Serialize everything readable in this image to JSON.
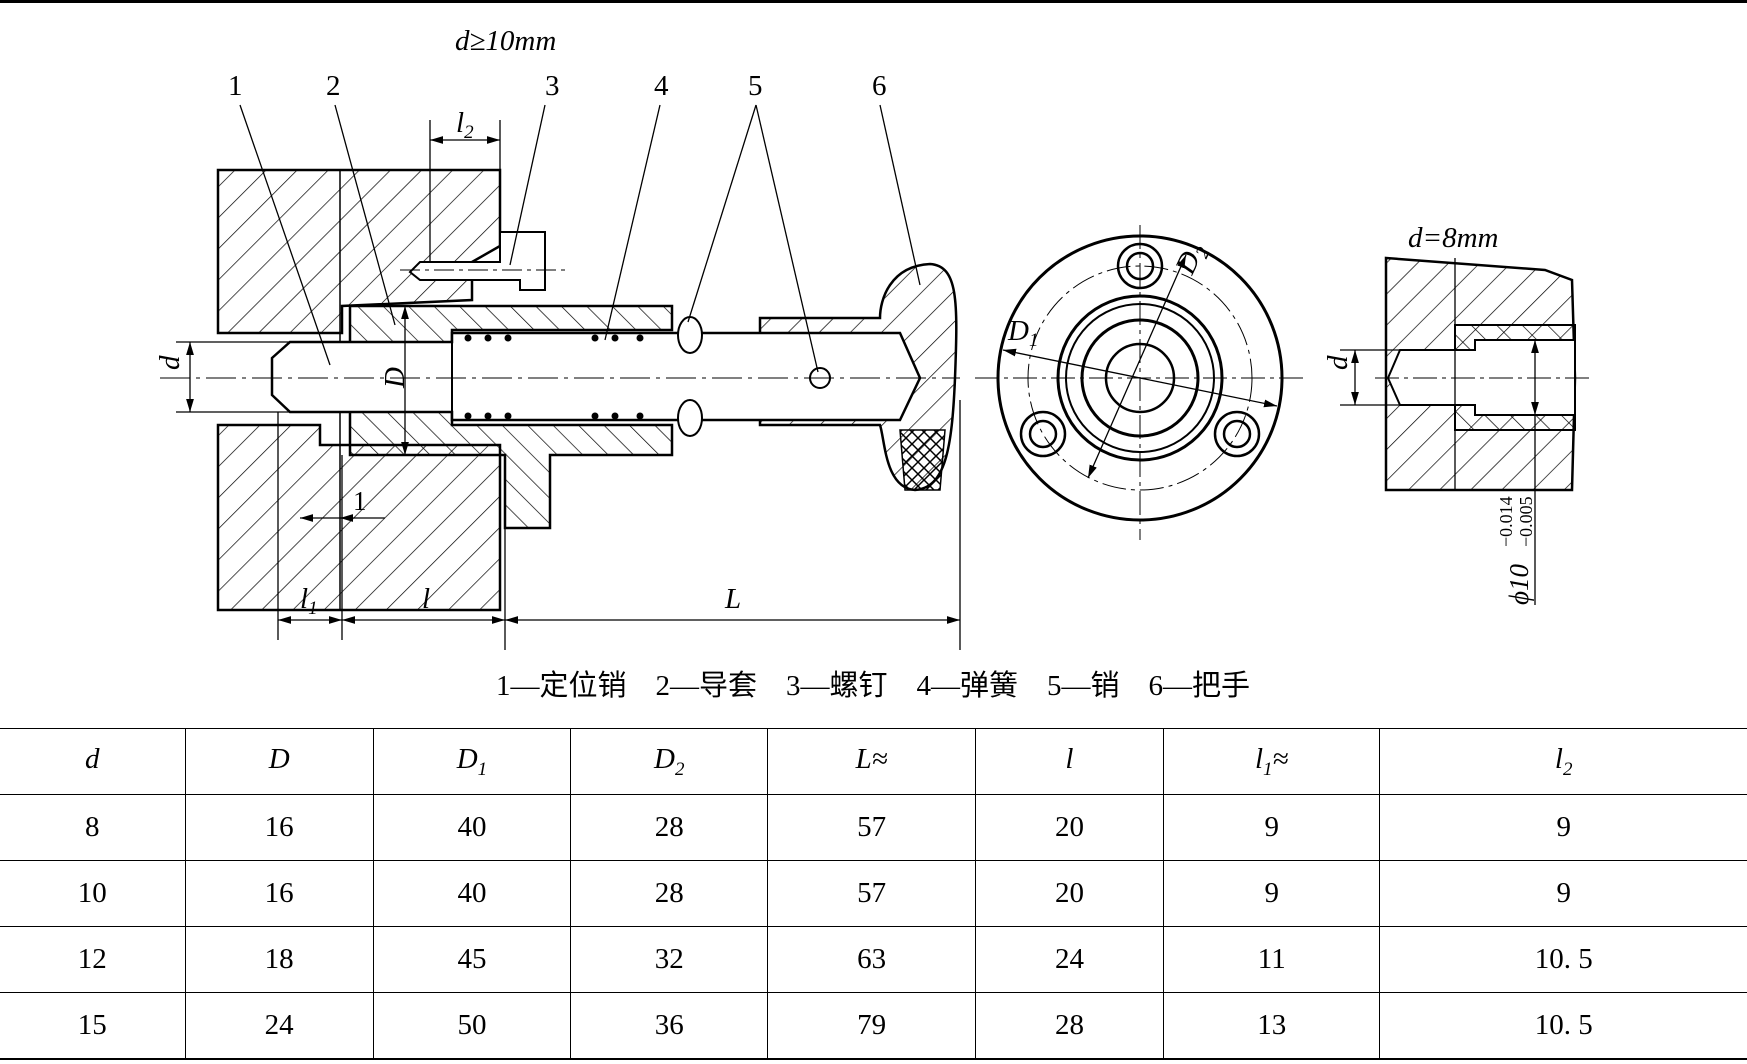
{
  "drawing": {
    "left_view": {
      "note": "d≥10mm",
      "callouts": [
        "1",
        "2",
        "3",
        "4",
        "5",
        "6"
      ],
      "dims": {
        "d": "d",
        "D": "D",
        "l2": "l",
        "l2_sub": "2",
        "one": "1",
        "l1": "l",
        "l1_sub": "1",
        "l": "l",
        "L": "L"
      }
    },
    "middle_view": {
      "D1": "D",
      "D1_sub": "1",
      "D2": "D",
      "D2_sub": "2"
    },
    "right_view": {
      "note": "d=8mm",
      "d": "d",
      "tolerance_base": "ϕ10",
      "tolerance_upper": "−0.014",
      "tolerance_lower": "−0.005"
    },
    "caption": "1—定位销　2—导套　3—螺钉　4—弹簧　5—销　6—把手"
  },
  "table": {
    "headers": [
      {
        "main": "d",
        "sub": "",
        "suffix": ""
      },
      {
        "main": "D",
        "sub": "",
        "suffix": ""
      },
      {
        "main": "D",
        "sub": "1",
        "suffix": ""
      },
      {
        "main": "D",
        "sub": "2",
        "suffix": ""
      },
      {
        "main": "L",
        "sub": "",
        "suffix": "≈"
      },
      {
        "main": "l",
        "sub": "",
        "suffix": ""
      },
      {
        "main": "l",
        "sub": "1",
        "suffix": "≈"
      },
      {
        "main": "l",
        "sub": "2",
        "suffix": ""
      }
    ],
    "rows": [
      [
        "8",
        "16",
        "40",
        "28",
        "57",
        "20",
        "9",
        "9"
      ],
      [
        "10",
        "16",
        "40",
        "28",
        "57",
        "20",
        "9",
        "9"
      ],
      [
        "12",
        "18",
        "45",
        "32",
        "63",
        "24",
        "11",
        "10. 5"
      ],
      [
        "15",
        "24",
        "50",
        "36",
        "79",
        "28",
        "13",
        "10. 5"
      ]
    ]
  }
}
